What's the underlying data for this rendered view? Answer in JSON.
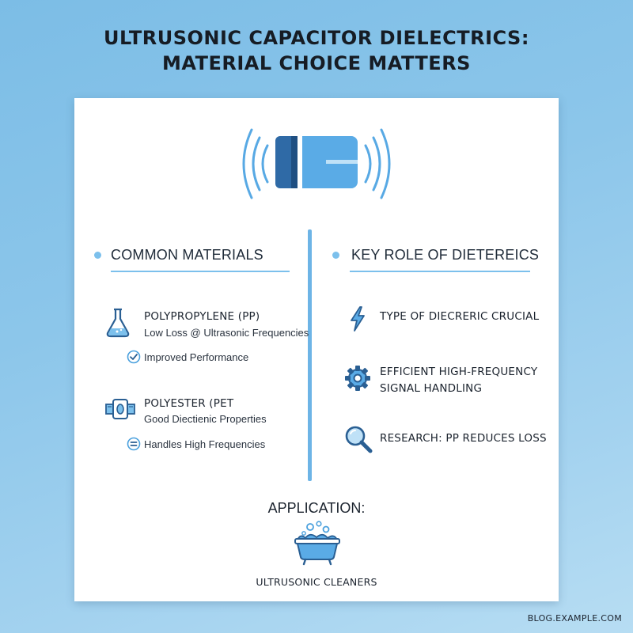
{
  "title": {
    "line1": "ULTRUSONIC CAPACITOR DIELECTRICS:",
    "line2": "MATERIAL CHOICE MATTERS"
  },
  "left_section": {
    "heading": "COMMON MATERIALS",
    "items": [
      {
        "title": "POLYPROPYLENE (PP)",
        "subtitle": "Low Loss @ Ultrasonic Frequencies",
        "icon": "flask-icon",
        "note": {
          "text": "Improved Performance",
          "icon": "check-circle-icon"
        }
      },
      {
        "title": "POLYESTER (PET",
        "subtitle": "Good Diectienic Properties",
        "icon": "film-roll-icon",
        "note": {
          "text": "Handles High Frequencies",
          "icon": "equals-circle-icon"
        }
      }
    ]
  },
  "right_section": {
    "heading": "KEY ROLE OF DIETEREICS",
    "items": [
      {
        "line1": "TYPE OF DIECRERIC CRUCIAL",
        "line2": "",
        "icon": "lightning-icon"
      },
      {
        "line1": "EFFICIENT HIGH-FREQUENCY",
        "line2": "SIGNAL HANDLING",
        "icon": "gear-icon"
      },
      {
        "line1": "RESEARCH: PP REDUCES LOSS",
        "line2": "",
        "icon": "magnifier-icon"
      }
    ]
  },
  "application": {
    "label": "APPLICATION:",
    "caption": "ULTRUSONIC CLEANERS",
    "icon": "bathtub-bubbles-icon"
  },
  "footer": "BLOG.EXAMPLE.COM",
  "colors": {
    "accent_blue": "#6db4e6",
    "dark_blue": "#2f6aa6",
    "icon_stroke": "#2a5f93"
  }
}
